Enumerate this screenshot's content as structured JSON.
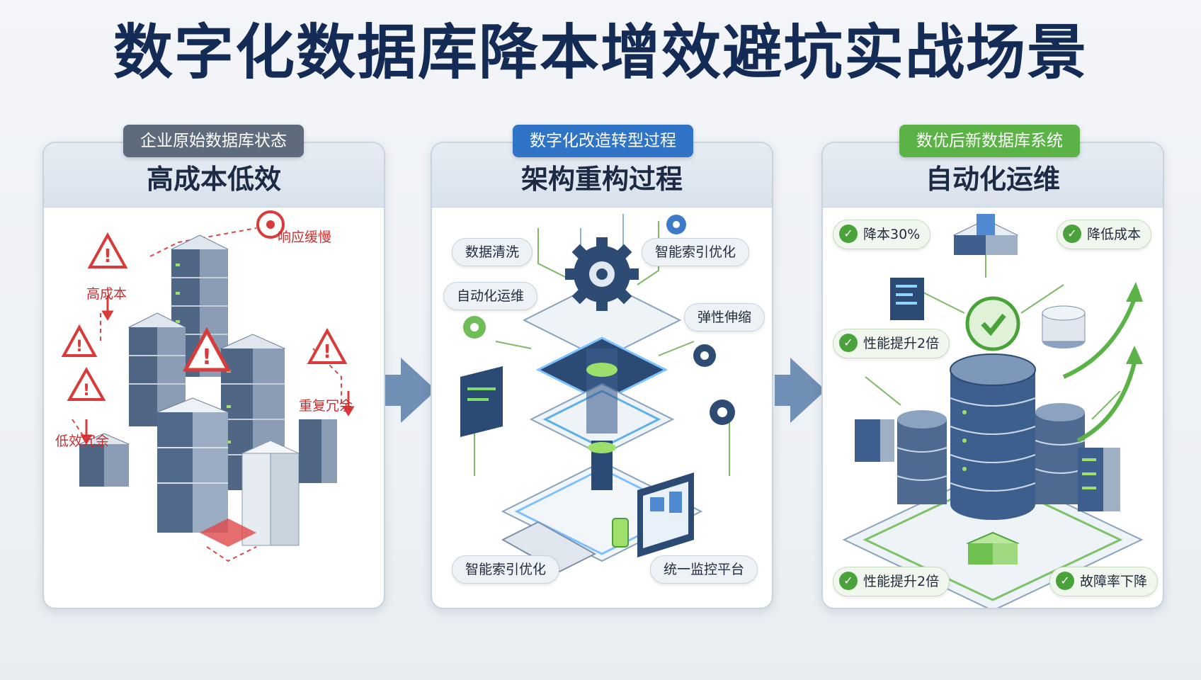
{
  "title": "数字化数据库降本增效避坑实战场景",
  "panels": [
    {
      "pill": "企业原始数据库状态",
      "subtitle": "高成本低效",
      "labels": [
        "响应缓慢",
        "高成本",
        "重复冗余",
        "低效冗余"
      ]
    },
    {
      "pill": "数字化改造转型过程",
      "subtitle": "架构重构过程",
      "labels": [
        "数据清洗",
        "智能索引优化",
        "自动化运维",
        "弹性伸缩",
        "智能索引优化",
        "统一监控平台"
      ]
    },
    {
      "pill": "数优后新数据库系统",
      "subtitle": "自动化运维",
      "labels": [
        "降本30%",
        "降低成本",
        "性能提升2倍",
        "性能提升2倍",
        "故障率下降"
      ]
    }
  ],
  "colors": {
    "title": "#142b55",
    "state_gray": "#5e6b7c",
    "process_blue": "#2f74c6",
    "result_green": "#5bb246",
    "warning_red": "#c92d2d",
    "arrow": "#6f8fb5"
  },
  "icons": [
    "warning-icon",
    "alarm-icon",
    "gear-icon",
    "check-icon",
    "growth-arrow-icon",
    "server-icon",
    "database-icon",
    "monitor-icon"
  ]
}
